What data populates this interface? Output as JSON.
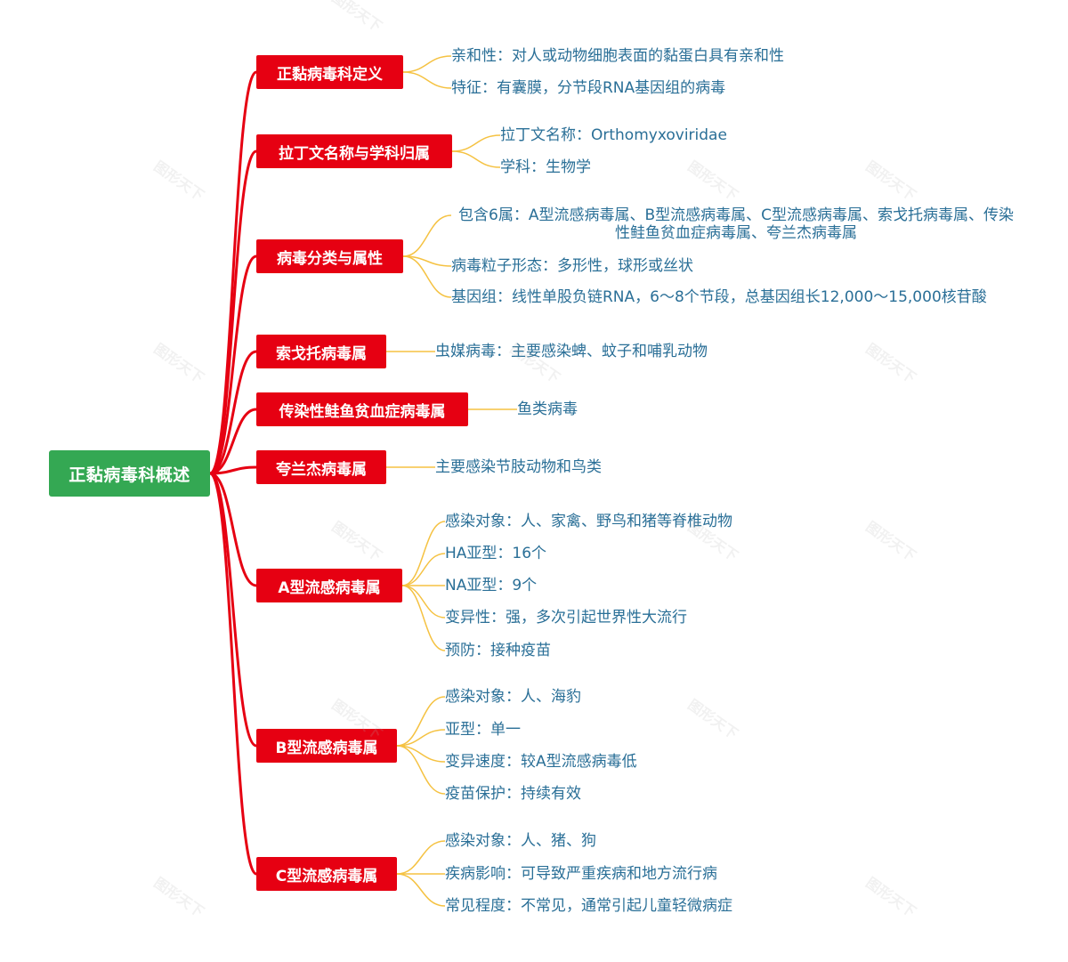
{
  "root": {
    "label": "正黏病毒科概述",
    "color": "#34a853"
  },
  "colors": {
    "branch": "#e60012",
    "leaf_text": "#2a6f97",
    "main_line": "#e60012",
    "leaf_line": "#f5c242"
  },
  "watermark": "图形天下",
  "branches": [
    {
      "label": "正黏病毒科定义",
      "children": [
        "亲和性：对人或动物细胞表面的黏蛋白具有亲和性",
        "特征：有囊膜，分节段RNA基因组的病毒"
      ]
    },
    {
      "label": "拉丁文名称与学科归属",
      "children": [
        "拉丁文名称：Orthomyxoviridae",
        "学科：生物学"
      ]
    },
    {
      "label": "病毒分类与属性",
      "children": [
        "包含6属：A型流感病毒属、B型流感病毒属、C型流感病毒属、索戈托病毒属、传染性鲑鱼贫血症病毒属、夸兰杰病毒属",
        "病毒粒子形态：多形性，球形或丝状",
        "基因组：线性单股负链RNA，6～8个节段，总基因组长12,000～15,000核苷酸"
      ]
    },
    {
      "label": "索戈托病毒属",
      "children": [
        "虫媒病毒：主要感染蜱、蚊子和哺乳动物"
      ]
    },
    {
      "label": "传染性鲑鱼贫血症病毒属",
      "children": [
        "鱼类病毒"
      ]
    },
    {
      "label": "夸兰杰病毒属",
      "children": [
        "主要感染节肢动物和鸟类"
      ]
    },
    {
      "label": "A型流感病毒属",
      "children": [
        "感染对象：人、家禽、野鸟和猪等脊椎动物",
        "HA亚型：16个",
        "NA亚型：9个",
        "变异性：强，多次引起世界性大流行",
        "预防：接种疫苗"
      ]
    },
    {
      "label": "B型流感病毒属",
      "children": [
        "感染对象：人、海豹",
        "亚型：单一",
        "变异速度：较A型流感病毒低",
        "疫苗保护：持续有效"
      ]
    },
    {
      "label": "C型流感病毒属",
      "children": [
        "感染对象：人、猪、狗",
        "疾病影响：可导致严重疾病和地方流行病",
        "常见程度：不常见，通常引起儿童轻微病症"
      ]
    }
  ]
}
